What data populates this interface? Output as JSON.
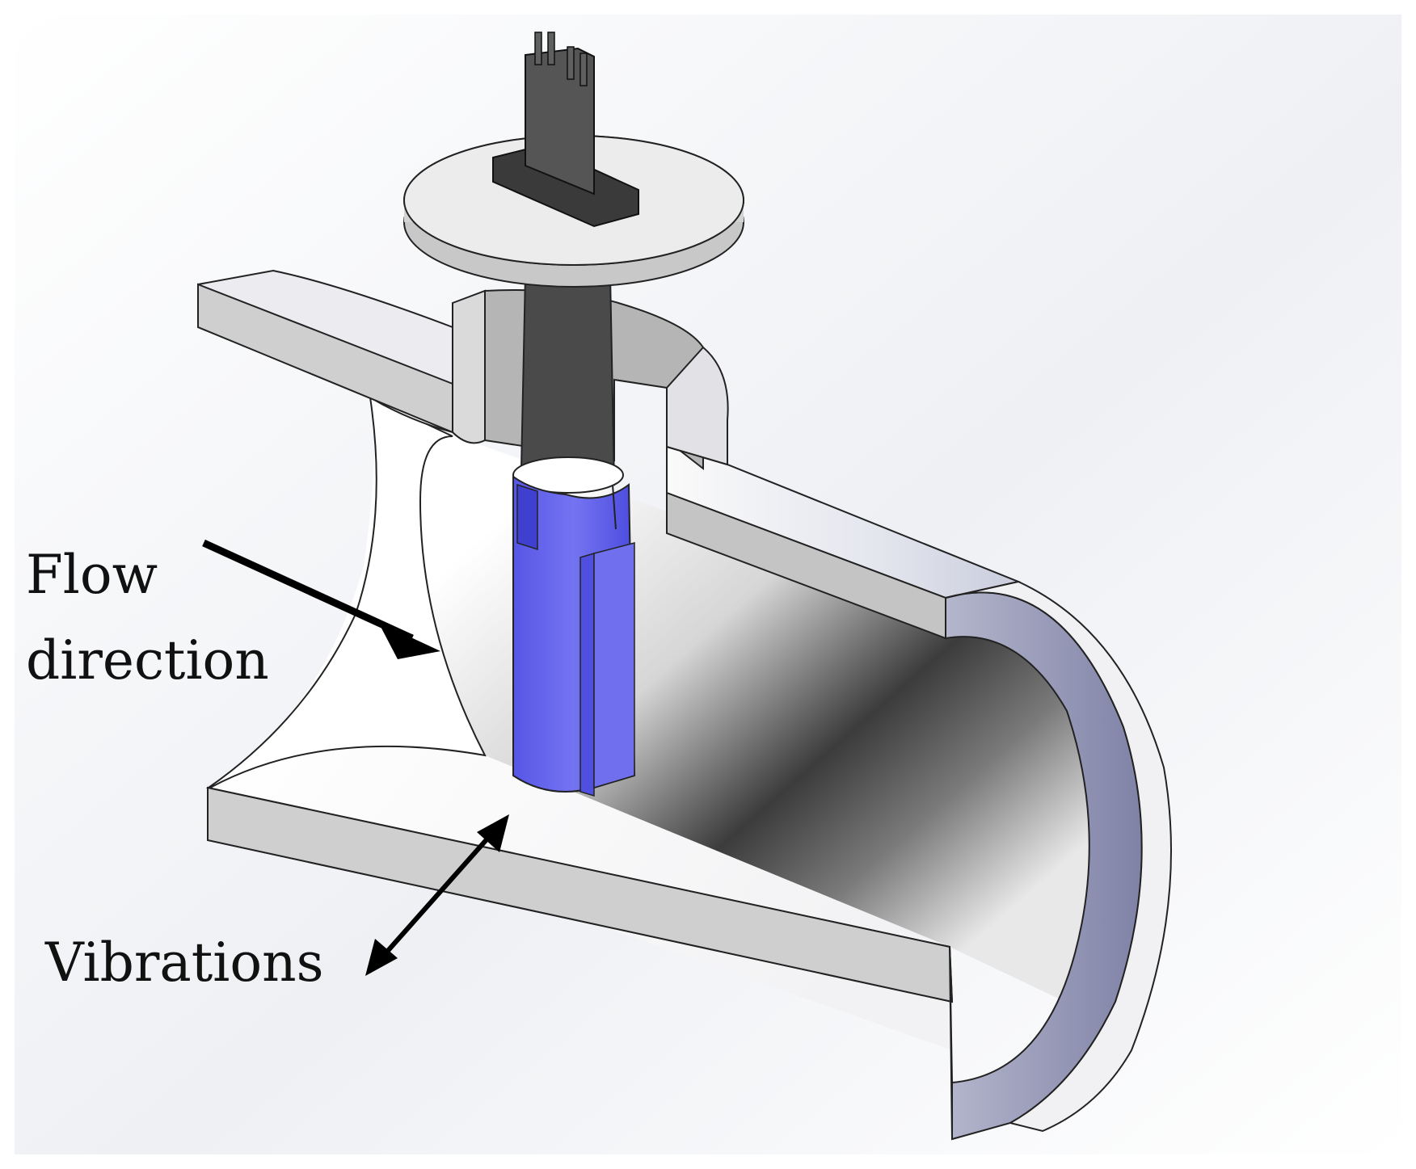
{
  "labels": {
    "flow_line1": "Flow",
    "flow_line2": "direction",
    "vibrations": "Vibrations"
  },
  "colors": {
    "body_light": "#f4f4f6",
    "face_gray": "#bcbcbc",
    "sensor_blue": "#6b6bf0",
    "sensor_blue_dark": "#3c3cd8",
    "rod_dark": "#4a4a4a",
    "pipe_rim": "#8e90ae",
    "arrow": "#000000"
  }
}
